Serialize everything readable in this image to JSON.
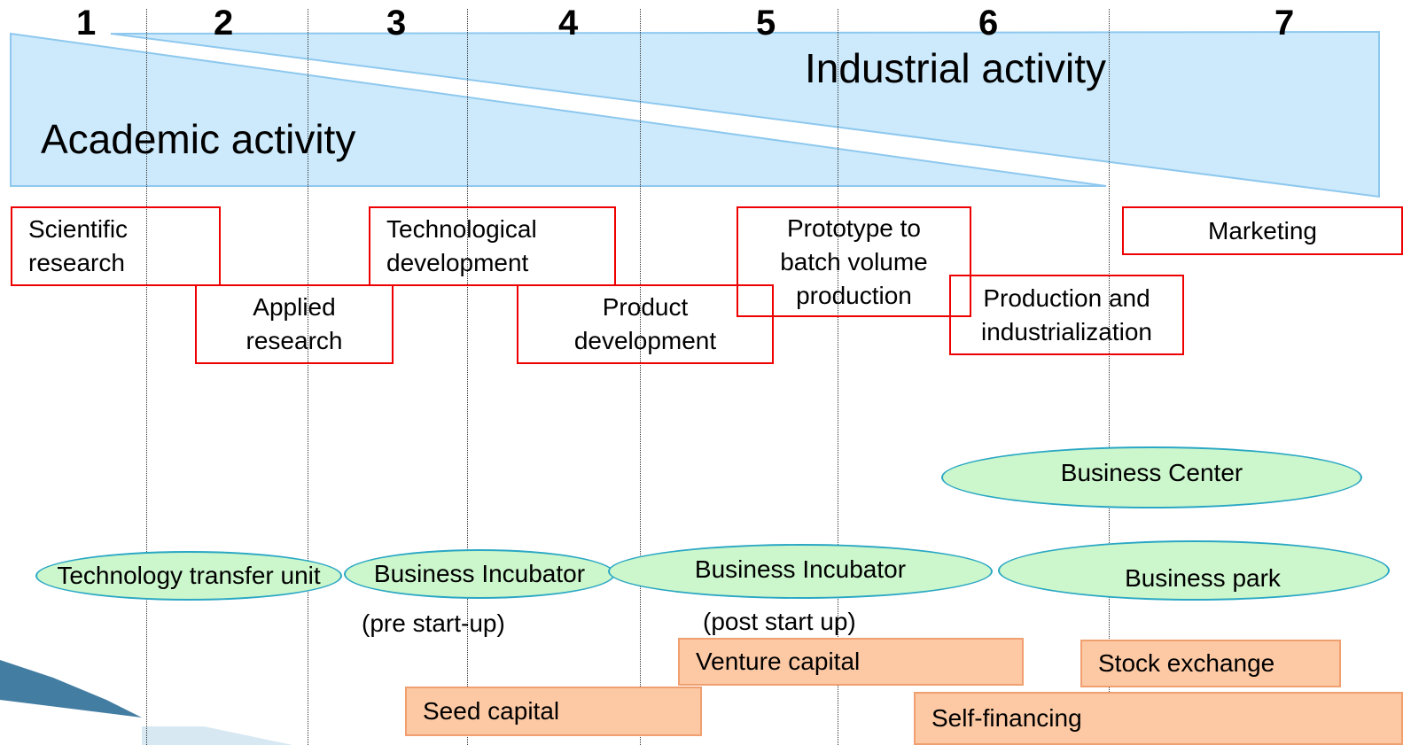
{
  "stages": [
    "1",
    "2",
    "3",
    "4",
    "5",
    "6",
    "7"
  ],
  "activities": {
    "industrial": "Industrial activity",
    "academic": "Academic activity"
  },
  "processes": {
    "scientific_research": "Scientific\nresearch",
    "applied_research": "Applied\nresearch",
    "technological_development": "Technological\ndevelopment",
    "product_development": "Product\ndevelopment",
    "prototype": "Prototype to\nbatch volume\nproduction",
    "production": "Production and\nindustrialization",
    "marketing": "Marketing"
  },
  "support": {
    "business_center": "Business Center",
    "technology_transfer_unit": "Technology transfer unit",
    "incubator_pre": "Business Incubator",
    "incubator_pre_note": "(pre start-up)",
    "incubator_post": "Business Incubator",
    "incubator_post_note": "(post start up)",
    "business_park": "Business park"
  },
  "financing": {
    "venture_capital": "Venture capital",
    "stock_exchange": "Stock exchange",
    "seed_capital": "Seed capital",
    "self_financing": "Self-financing"
  },
  "colors": {
    "activity_fill": "#cdeafc",
    "activity_stroke": "#8ec8ee",
    "process_border": "#ee0000",
    "support_fill": "#ccf6cc",
    "support_border": "#2aa7c4",
    "finance_fill": "#fdc9a4",
    "finance_border": "#f0a070"
  }
}
